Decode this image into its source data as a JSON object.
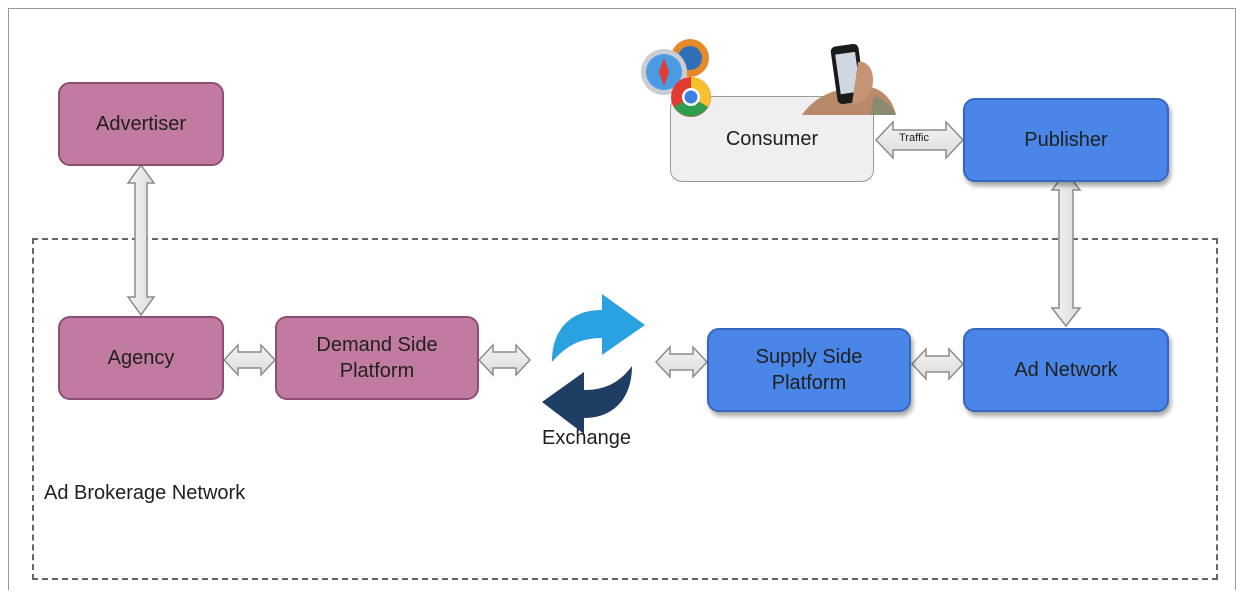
{
  "nodes": {
    "advertiser": "Advertiser",
    "agency": "Agency",
    "dsp": "Demand Side Platform",
    "exchange": "Exchange",
    "ssp": "Supply Side Platform",
    "ad_network": "Ad Network",
    "publisher": "Publisher",
    "consumer": "Consumer"
  },
  "edges": {
    "traffic": "Traffic"
  },
  "group": {
    "label": "Ad Brokerage Network"
  },
  "colors": {
    "advertiser_side": "#c27ba0",
    "publisher_side": "#4a86e8",
    "consumer": "#efefef"
  },
  "icons": [
    "browser-icons",
    "smartphone-photo",
    "exchange-arrows-icon"
  ]
}
